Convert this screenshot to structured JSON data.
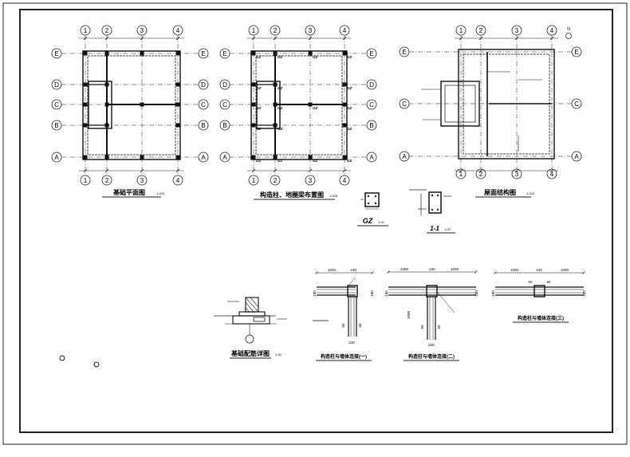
{
  "sheet": {
    "plan_titles": {
      "foundation": "基础平面图",
      "columns": "构造柱、地圈梁布置图",
      "roof": "屋面结构图"
    },
    "plan_scale": "1:100",
    "axes_x": [
      "1",
      "2",
      "3",
      "4"
    ],
    "axes_y": [
      "A",
      "B",
      "C",
      "D",
      "E"
    ],
    "column_tag": "GZ",
    "gz_label": "GZ",
    "gz_scale": "1:20",
    "section_label": "1-1",
    "section_scale": "1:20",
    "footing_title": "基础配筋详图",
    "footing_scale": "1:30",
    "conn1_title": "构造柱与墙体连接(一)",
    "conn2_title": "构造柱与墙体连接(二)",
    "conn3_title": "构造柱与墙体连接(三)",
    "dim_1000": "1000",
    "dim_240": "240",
    "dim_60": "60",
    "dim_180": "180",
    "north_mark": "N"
  }
}
